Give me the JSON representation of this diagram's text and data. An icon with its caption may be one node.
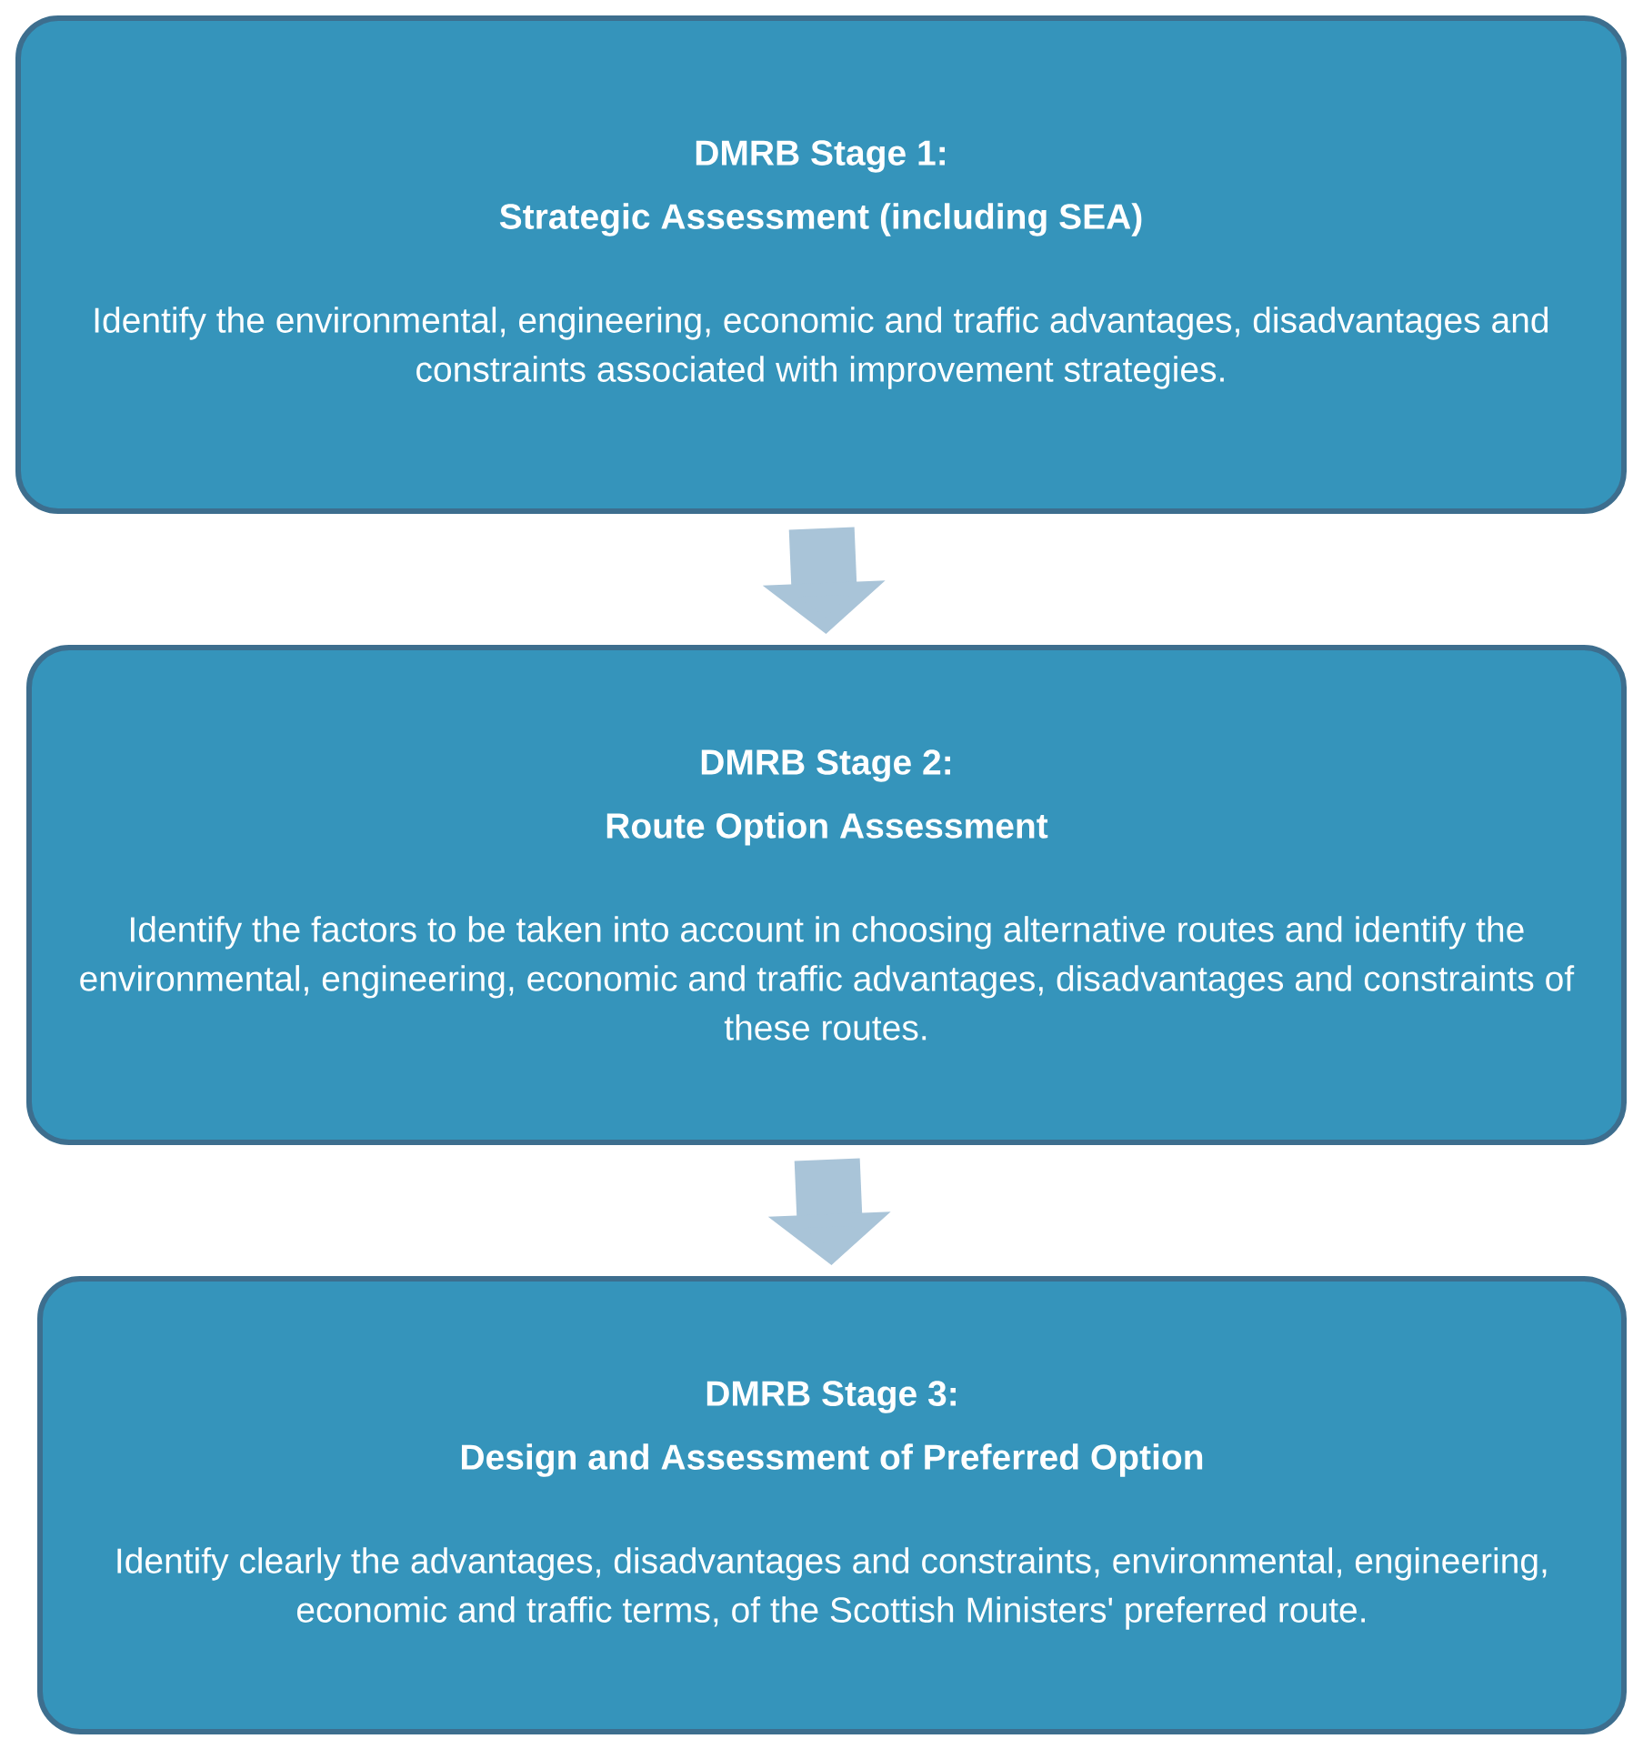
{
  "diagram": {
    "nodes": [
      {
        "text": [
          "DMRB Stage 1:",
          "Strategic Assessment (including SEA)",
          "Identify the environmental, engineering, economic and traffic advantages, disadvantages and constraints associated with improvement strategies."
        ]
      },
      {
        "text": [
          "DMRB Stage 2:",
          "Route Option Assessment",
          "Identify the factors to be taken into account in choosing alternative routes and identify the environmental, engineering, economic and traffic advantages, disadvantages and constraints of these routes."
        ]
      },
      {
        "text": [
          "DMRB Stage 3:",
          "Design and Assessment of Preferred Option",
          "Identify clearly the advantages, disadvantages and constraints, environmental, engineering, economic and traffic terms, of the Scottish Ministers' preferred route."
        ]
      }
    ],
    "edges": [
      {
        "from": 0,
        "to": 1,
        "arrow": "to"
      },
      {
        "from": 1,
        "to": 2,
        "arrow": "to"
      }
    ]
  }
}
